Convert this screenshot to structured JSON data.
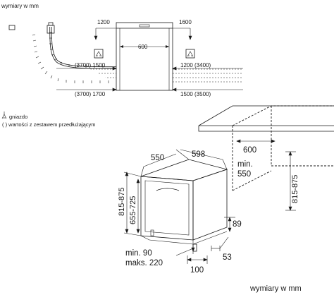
{
  "top_view": {
    "units_label": "wymiary w mm",
    "dim_left_upper": "1200",
    "dim_right_upper": "1600",
    "dim_width": "600",
    "dim_left_mid": "(3700) 1500",
    "dim_right_mid": "1200 (3400)",
    "dim_left_low": "(3700) 1700",
    "dim_right_low": "1500 (3500)"
  },
  "legend": {
    "socket_text": "gniazdo",
    "extended_text": "( ) wartości z zestawem przedłużającym"
  },
  "side_view": {
    "units_label": "wymiary w mm",
    "depth_550": "550",
    "width_598": "598",
    "niche_depth_600": "600",
    "niche_min": "min.",
    "niche_min_550": "550",
    "height_815_875_left": "815-875",
    "height_655_725": "655-725",
    "height_815_875_right": "815-875",
    "dim_89": "89",
    "dim_53": "53",
    "dim_100": "100",
    "plinth_min": "min. 90",
    "plinth_max": "maks. 220"
  }
}
